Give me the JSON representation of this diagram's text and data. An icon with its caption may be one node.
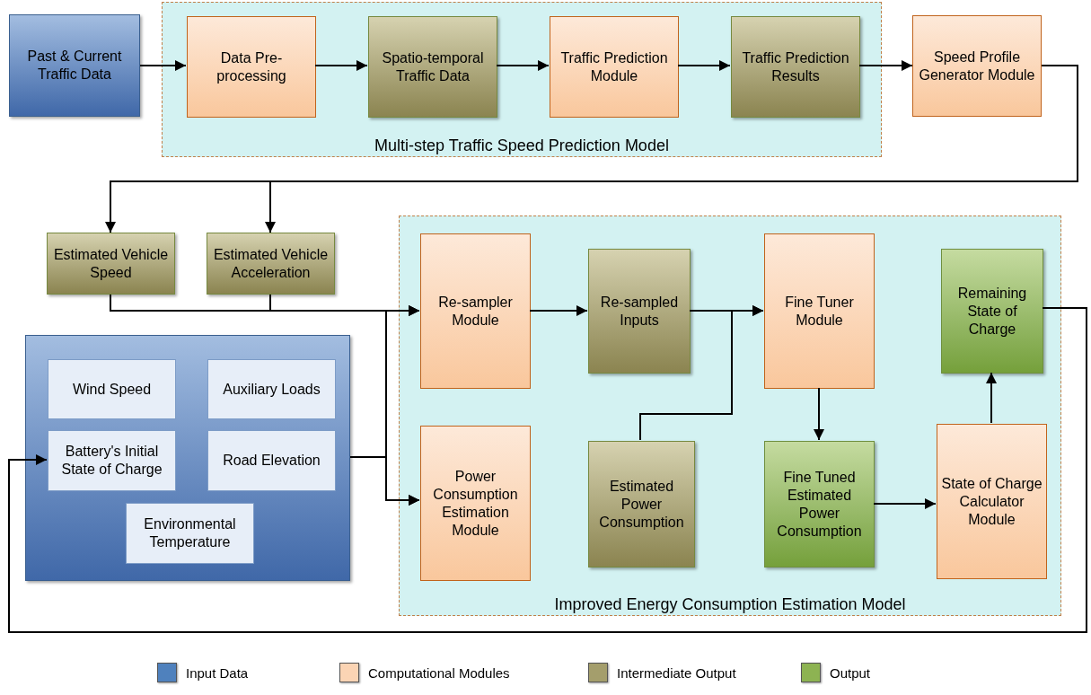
{
  "diagram": {
    "nodes": [
      {
        "text": [
          "Past & Current Traffic Data"
        ]
      },
      {
        "text": [
          "Multi-step Traffic Speed Prediction Model"
        ]
      },
      {
        "text": [
          "Data Pre-processing"
        ],
        "in": 1
      },
      {
        "text": [
          "Spatio-temporal Traffic Data"
        ],
        "in": 1
      },
      {
        "text": [
          "Traffic Prediction Module"
        ],
        "in": 1
      },
      {
        "text": [
          "Traffic Prediction Results"
        ],
        "in": 1
      },
      {
        "text": [
          "Speed Profile Generator Module"
        ]
      },
      {
        "text": [
          "Estimated Vehicle Speed"
        ]
      },
      {
        "text": [
          "Estimated Vehicle Acceleration"
        ]
      },
      {
        "text": [
          "Improved Energy Consumption Estimation Model"
        ]
      },
      {
        "text": [
          "Re-sampler Module"
        ],
        "in": 9
      },
      {
        "text": [
          "Re-sampled Inputs"
        ],
        "in": 9
      },
      {
        "text": [
          "Fine Tuner Module"
        ],
        "in": 9
      },
      {
        "text": [
          "Remaining State of Charge"
        ],
        "in": 9
      },
      {
        "text": [
          "Power Consumption Estimation Module"
        ],
        "in": 9
      },
      {
        "text": [
          "Estimated Power Consumption"
        ],
        "in": 9
      },
      {
        "text": [
          "Fine Tuned Estimated Power Consumption"
        ],
        "in": 9
      },
      {
        "text": [
          "State of Charge Calculator Module"
        ],
        "in": 9
      },
      {
        "text": [],
        "shape": "box"
      },
      {
        "text": [
          "Wind Speed"
        ],
        "in": 18
      },
      {
        "text": [
          "Auxiliary Loads"
        ],
        "in": 18
      },
      {
        "text": [
          "Battery's Initial State of Charge"
        ],
        "in": 18
      },
      {
        "text": [
          "Road Elevation"
        ],
        "in": 18
      },
      {
        "text": [
          "Environmental Temperature"
        ],
        "in": 18
      }
    ],
    "edges": [
      {
        "from": 0,
        "to": 2,
        "arrow": "to"
      },
      {
        "from": 2,
        "to": 3,
        "arrow": "to"
      },
      {
        "from": 3,
        "to": 4,
        "arrow": "to"
      },
      {
        "from": 4,
        "to": 5,
        "arrow": "to"
      },
      {
        "from": 5,
        "to": 6,
        "arrow": "to"
      },
      {
        "from": 6,
        "to": 7,
        "arrow": "to"
      },
      {
        "from": 6,
        "to": 8,
        "arrow": "to"
      },
      {
        "from": 7,
        "to": 10,
        "arrow": "to"
      },
      {
        "from": 8,
        "to": 10,
        "arrow": "to"
      },
      {
        "from": 7,
        "to": 14,
        "arrow": "to"
      },
      {
        "from": 8,
        "to": 14,
        "arrow": "to"
      },
      {
        "from": 18,
        "to": 10,
        "arrow": "to"
      },
      {
        "from": 18,
        "to": 14,
        "arrow": "to"
      },
      {
        "from": 10,
        "to": 11,
        "arrow": "to"
      },
      {
        "from": 11,
        "to": 12,
        "arrow": "to"
      },
      {
        "from": 15,
        "to": 12,
        "arrow": "to"
      },
      {
        "from": 12,
        "to": 16,
        "arrow": "to"
      },
      {
        "from": 16,
        "to": 17,
        "arrow": "to"
      },
      {
        "from": 17,
        "to": 13,
        "arrow": "to"
      },
      {
        "from": 13,
        "to": 21,
        "arrow": "to"
      }
    ],
    "legend": [
      {
        "text": "Input Data",
        "color": "#4f81bd"
      },
      {
        "text": "Computational Modules",
        "color": "#fbd4b4"
      },
      {
        "text": "Intermediate Output",
        "color": "#a49e6c"
      },
      {
        "text": "Output",
        "color": "#8db352"
      }
    ]
  }
}
